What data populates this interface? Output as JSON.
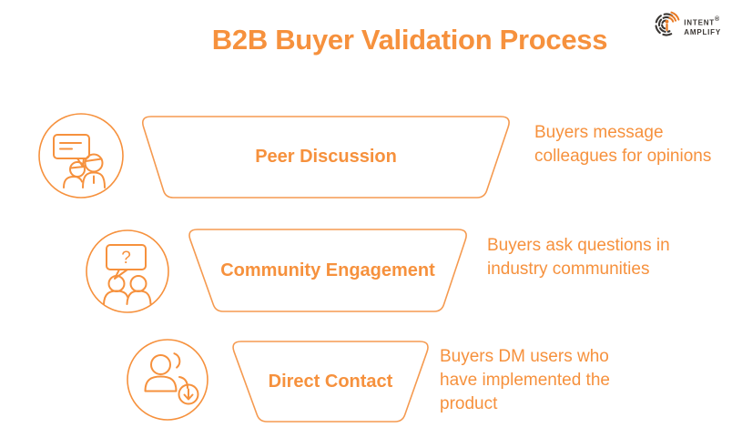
{
  "colors": {
    "accent": "#F6913D",
    "funnel_stroke": "#F59A50",
    "logo_dark": "#3A3633",
    "logo_orange": "#E87A24",
    "background": "#FFFFFF"
  },
  "header": {
    "title": "B2B Buyer Validation Process",
    "logo": {
      "word1": "Intent",
      "word2": "Amplify",
      "registered_mark": "®"
    }
  },
  "funnel": {
    "stages": [
      {
        "label": "Peer Discussion",
        "description": "Buyers message colleagues for opinions",
        "icon": "peer-discussion-icon"
      },
      {
        "label": "Community Engagement",
        "description": "Buyers ask questions in industry communities",
        "icon": "community-engagement-icon"
      },
      {
        "label": "Direct Contact",
        "description": "Buyers DM users who have implemented the product",
        "icon": "direct-contact-icon"
      }
    ]
  },
  "icons": {
    "question_mark": "?"
  }
}
